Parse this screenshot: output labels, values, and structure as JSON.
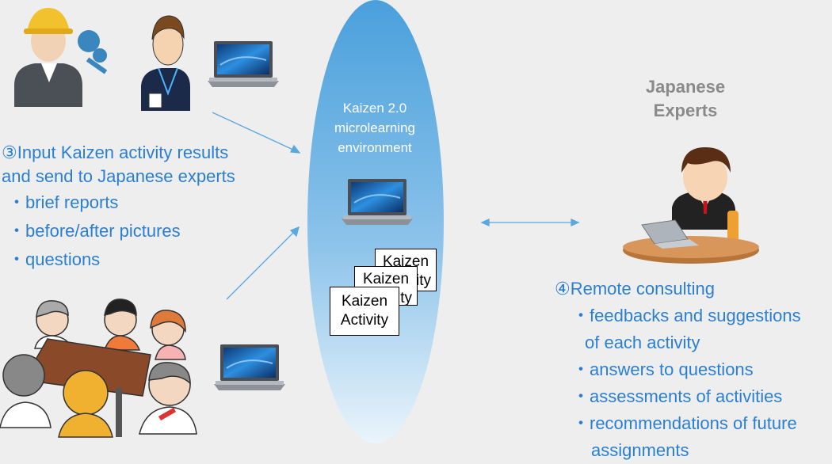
{
  "left_panel": {
    "heading_line1": "③Input Kaizen activity results",
    "heading_line2": "and send to Japanese experts",
    "items": [
      "・brief reports",
      "・before/after pictures",
      "・questions"
    ]
  },
  "center": {
    "label_line1": "Kaizen 2.0",
    "label_line2": "microlearning",
    "label_line3": "environment",
    "cards": [
      {
        "line1": "Kaizen",
        "line2": "Activity"
      },
      {
        "line1": "Kaizen",
        "line2": "Activity"
      },
      {
        "line1": "Kaizen",
        "line2": "Activity"
      }
    ]
  },
  "right_panel": {
    "experts_title_line1": "Japanese",
    "experts_title_line2": "Experts",
    "heading": "④Remote consulting",
    "item1_line1": "・feedbacks and suggestions",
    "item1_line2": "of each activity",
    "item2": "・answers to questions",
    "item3": "・assessments of activities",
    "item4_line1": "・recommendations of future",
    "item4_line2": "assignments"
  },
  "colors": {
    "text_blue": "#2a7fd4",
    "ellipse_top": "#4da3de",
    "ellipse_bottom": "#e6f2fb",
    "arrow": "#5aa8e0"
  }
}
